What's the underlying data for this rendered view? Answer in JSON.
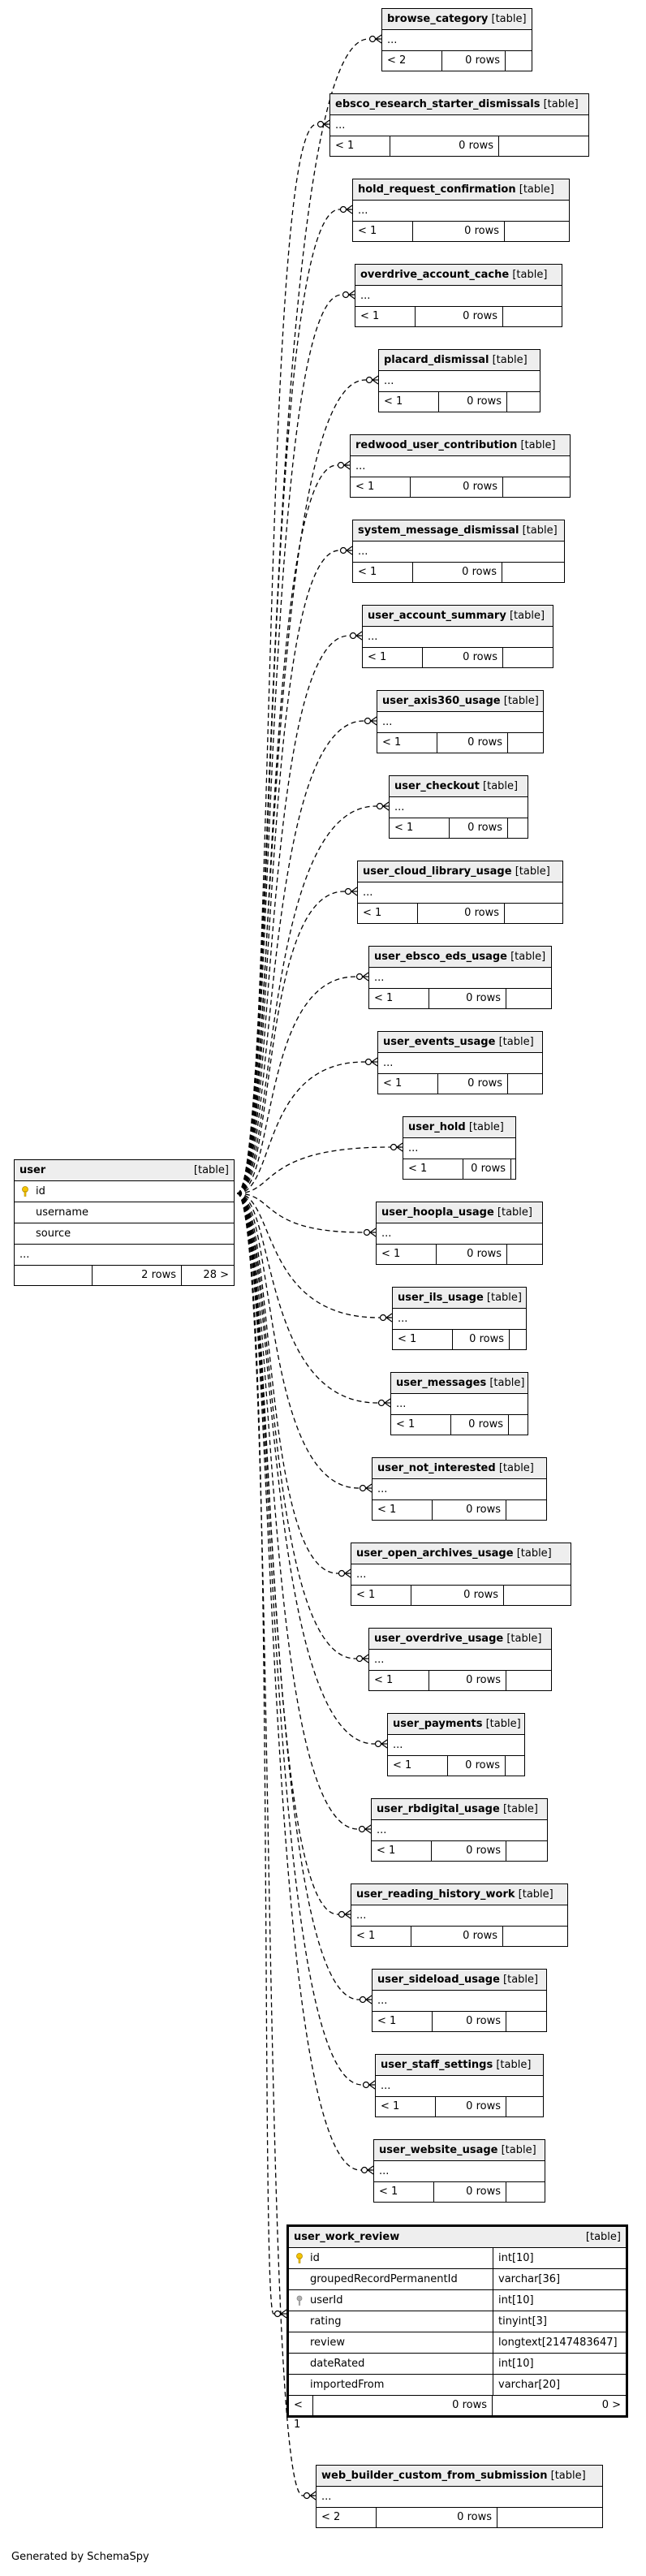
{
  "footer": {
    "generated_by": "Generated by SchemaSpy"
  },
  "central": {
    "name": "user",
    "type": "[table]",
    "columns": [
      "id",
      "username",
      "source",
      "..."
    ],
    "footer": [
      "",
      "2 rows",
      "28 >"
    ]
  },
  "tables": [
    {
      "name": "browse_category",
      "type": "[table]",
      "extra": "...",
      "lt": "< 2",
      "rows": "0 rows"
    },
    {
      "name": "ebsco_research_starter_dismissals",
      "type": "[table]",
      "extra": "...",
      "lt": "< 1",
      "rows": "0 rows"
    },
    {
      "name": "hold_request_confirmation",
      "type": "[table]",
      "extra": "...",
      "lt": "< 1",
      "rows": "0 rows"
    },
    {
      "name": "overdrive_account_cache",
      "type": "[table]",
      "extra": "...",
      "lt": "< 1",
      "rows": "0 rows"
    },
    {
      "name": "placard_dismissal",
      "type": "[table]",
      "extra": "...",
      "lt": "< 1",
      "rows": "0 rows"
    },
    {
      "name": "redwood_user_contribution",
      "type": "[table]",
      "extra": "...",
      "lt": "< 1",
      "rows": "0 rows"
    },
    {
      "name": "system_message_dismissal",
      "type": "[table]",
      "extra": "...",
      "lt": "< 1",
      "rows": "0 rows"
    },
    {
      "name": "user_account_summary",
      "type": "[table]",
      "extra": "...",
      "lt": "< 1",
      "rows": "0 rows"
    },
    {
      "name": "user_axis360_usage",
      "type": "[table]",
      "extra": "...",
      "lt": "< 1",
      "rows": "0 rows"
    },
    {
      "name": "user_checkout",
      "type": "[table]",
      "extra": "...",
      "lt": "< 1",
      "rows": "0 rows"
    },
    {
      "name": "user_cloud_library_usage",
      "type": "[table]",
      "extra": "...",
      "lt": "< 1",
      "rows": "0 rows"
    },
    {
      "name": "user_ebsco_eds_usage",
      "type": "[table]",
      "extra": "...",
      "lt": "< 1",
      "rows": "0 rows"
    },
    {
      "name": "user_events_usage",
      "type": "[table]",
      "extra": "...",
      "lt": "< 1",
      "rows": "0 rows"
    },
    {
      "name": "user_hold",
      "type": "[table]",
      "extra": "...",
      "lt": "< 1",
      "rows": "0 rows"
    },
    {
      "name": "user_hoopla_usage",
      "type": "[table]",
      "extra": "...",
      "lt": "< 1",
      "rows": "0 rows"
    },
    {
      "name": "user_ils_usage",
      "type": "[table]",
      "extra": "...",
      "lt": "< 1",
      "rows": "0 rows"
    },
    {
      "name": "user_messages",
      "type": "[table]",
      "extra": "...",
      "lt": "< 1",
      "rows": "0 rows"
    },
    {
      "name": "user_not_interested",
      "type": "[table]",
      "extra": "...",
      "lt": "< 1",
      "rows": "0 rows"
    },
    {
      "name": "user_open_archives_usage",
      "type": "[table]",
      "extra": "...",
      "lt": "< 1",
      "rows": "0 rows"
    },
    {
      "name": "user_overdrive_usage",
      "type": "[table]",
      "extra": "...",
      "lt": "< 1",
      "rows": "0 rows"
    },
    {
      "name": "user_payments",
      "type": "[table]",
      "extra": "...",
      "lt": "< 1",
      "rows": "0 rows"
    },
    {
      "name": "user_rbdigital_usage",
      "type": "[table]",
      "extra": "...",
      "lt": "< 1",
      "rows": "0 rows"
    },
    {
      "name": "user_reading_history_work",
      "type": "[table]",
      "extra": "...",
      "lt": "< 1",
      "rows": "0 rows"
    },
    {
      "name": "user_sideload_usage",
      "type": "[table]",
      "extra": "...",
      "lt": "< 1",
      "rows": "0 rows"
    },
    {
      "name": "user_staff_settings",
      "type": "[table]",
      "extra": "...",
      "lt": "< 1",
      "rows": "0 rows"
    },
    {
      "name": "user_website_usage",
      "type": "[table]",
      "extra": "...",
      "lt": "< 1",
      "rows": "0 rows"
    }
  ],
  "focus": {
    "name": "user_work_review",
    "type": "[table]",
    "columns": [
      {
        "name": "id",
        "type": "int[10]",
        "key": "primary"
      },
      {
        "name": "groupedRecordPermanentId",
        "type": "varchar[36]"
      },
      {
        "name": "userId",
        "type": "int[10]",
        "key": "foreign"
      },
      {
        "name": "rating",
        "type": "tinyint[3]"
      },
      {
        "name": "review",
        "type": "longtext[2147483647]"
      },
      {
        "name": "dateRated",
        "type": "int[10]"
      },
      {
        "name": "importedFrom",
        "type": "varchar[20]"
      }
    ],
    "footer": [
      "< 1",
      "0 rows",
      "0 >"
    ]
  },
  "child": {
    "name": "web_builder_custom_from_submission",
    "type": "[table]",
    "extra": "...",
    "lt": "< 2",
    "rows": "0 rows"
  },
  "colors": {
    "line": "#000000",
    "header": "#eeeeee",
    "primary_key": "#f5c400",
    "foreign_key": "#b0b0b0"
  }
}
